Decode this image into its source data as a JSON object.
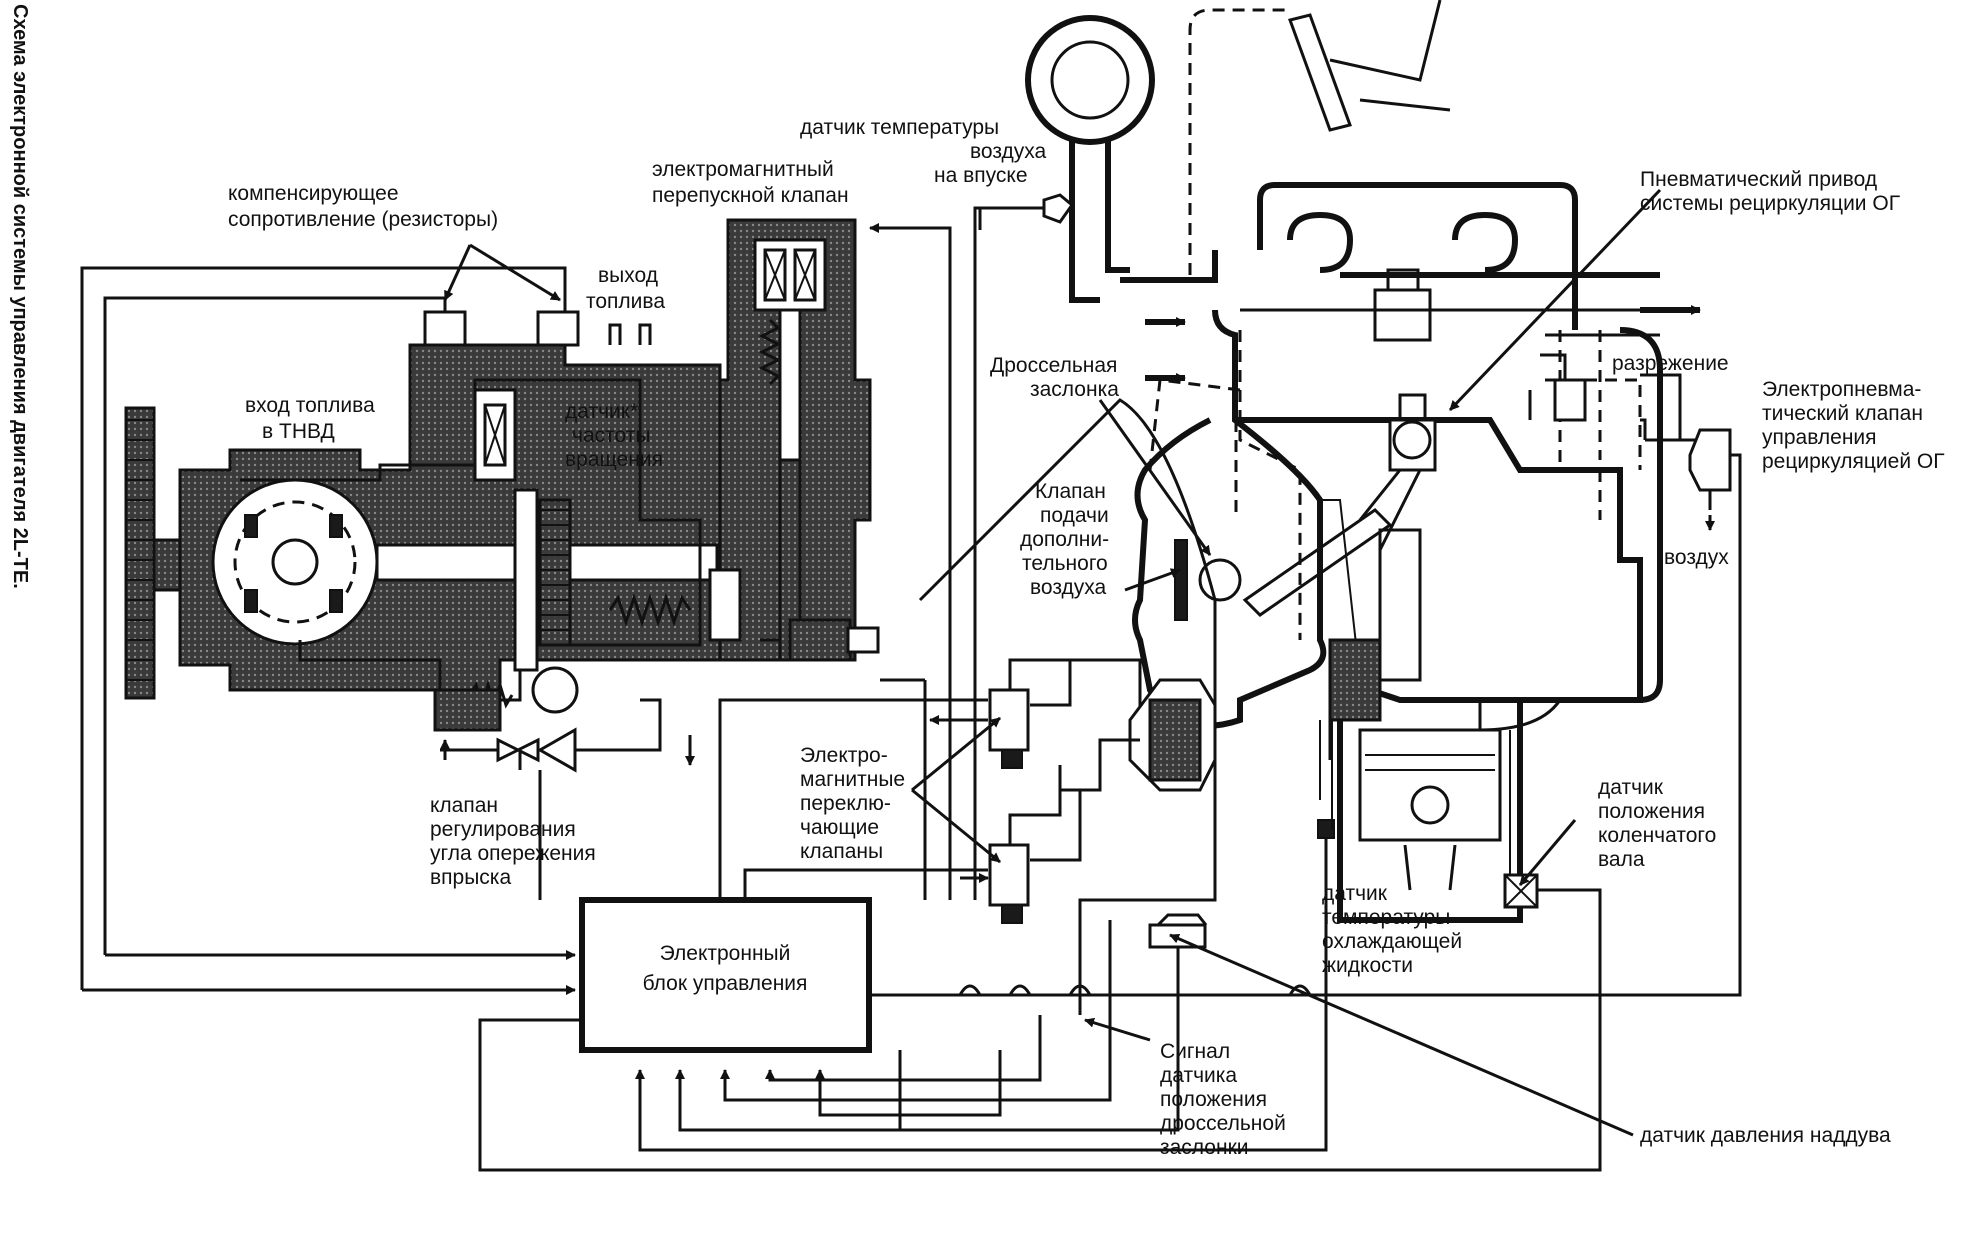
{
  "side_title": "Схема электронной системы управления двигателя 2L-TE.",
  "ecu": {
    "line1": "Электронный",
    "line2": "блок управления"
  },
  "labels": {
    "comp_resist": [
      "компенсирующее",
      "сопротивление (резисторы)"
    ],
    "fuel_out": [
      "выход",
      "топлива"
    ],
    "fuel_in": [
      "вход топлива",
      "в ТНВД"
    ],
    "speed_sensor": [
      "датчик*",
      "частоты",
      "вращения"
    ],
    "em_bypass": [
      "электромагнитный",
      "перепускной  клапан"
    ],
    "intake_temp": [
      "датчик температуры",
      "воздуха",
      "на впуске"
    ],
    "throttle": [
      "Дроссельная",
      "заслонка"
    ],
    "aux_air": [
      "Клапан",
      "подачи",
      "дополни-",
      "тельного",
      "воздуха"
    ],
    "pneumo_egr": [
      "Пневматический привод",
      "системы рециркуляции ОГ"
    ],
    "vacuum": [
      "разрежение"
    ],
    "ep_valve": [
      "Электропневма-",
      "тический клапан",
      "управления",
      "рециркуляцией ОГ"
    ],
    "air": [
      "воздух"
    ],
    "em_switch": [
      "Электро-",
      "магнитные",
      "переклю-",
      "чающие",
      "клапаны"
    ],
    "timing_valve": [
      "клапан",
      "регулирования",
      "угла опережения",
      "впрыска"
    ],
    "crank_sensor": [
      "датчик",
      "положения",
      "коленчатого",
      "вала"
    ],
    "coolant_temp": [
      "датчик",
      "температуры",
      "охлаждающей",
      "жидкости"
    ],
    "throttle_signal": [
      "Сигнал",
      "датчика",
      "положения",
      "дроссельной",
      "заслонки"
    ],
    "boost_sensor": [
      "датчик давления наддува"
    ]
  }
}
